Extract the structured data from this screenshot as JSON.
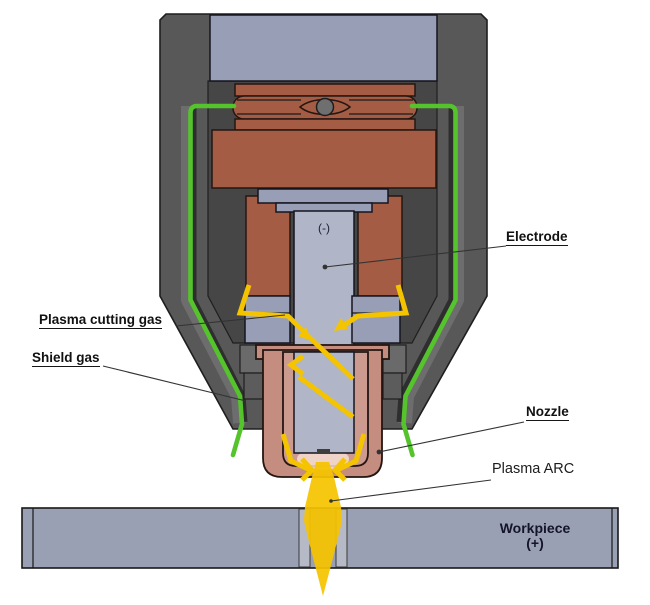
{
  "diagram": {
    "type": "plasma-cutting-torch-cross-section",
    "labels": {
      "plasma_cutting_gas": "Plasma cutting gas",
      "shield_gas": "Shield gas",
      "electrode": "Electrode",
      "nozzle": "Nozzle",
      "plasma_arc": "Plasma ARC",
      "electrode_polarity": "(-)",
      "workpiece": "Workpiece",
      "workpiece_polarity": "(+)"
    },
    "colors": {
      "body-gray": "#585858",
      "cavity-gray": "#464646",
      "copper": "#a55c45",
      "nozzle-pink": "#c58c80",
      "nozzle-pink-inner": "#cd9a8f",
      "lavender": "#989eb5",
      "lavender-light": "#b0b5c7",
      "shield-green": "#55c42c",
      "plasma-yellow": "#f5c400",
      "workpiece-gray": "#9aa0b4",
      "outline": "#1e1e1e"
    }
  }
}
